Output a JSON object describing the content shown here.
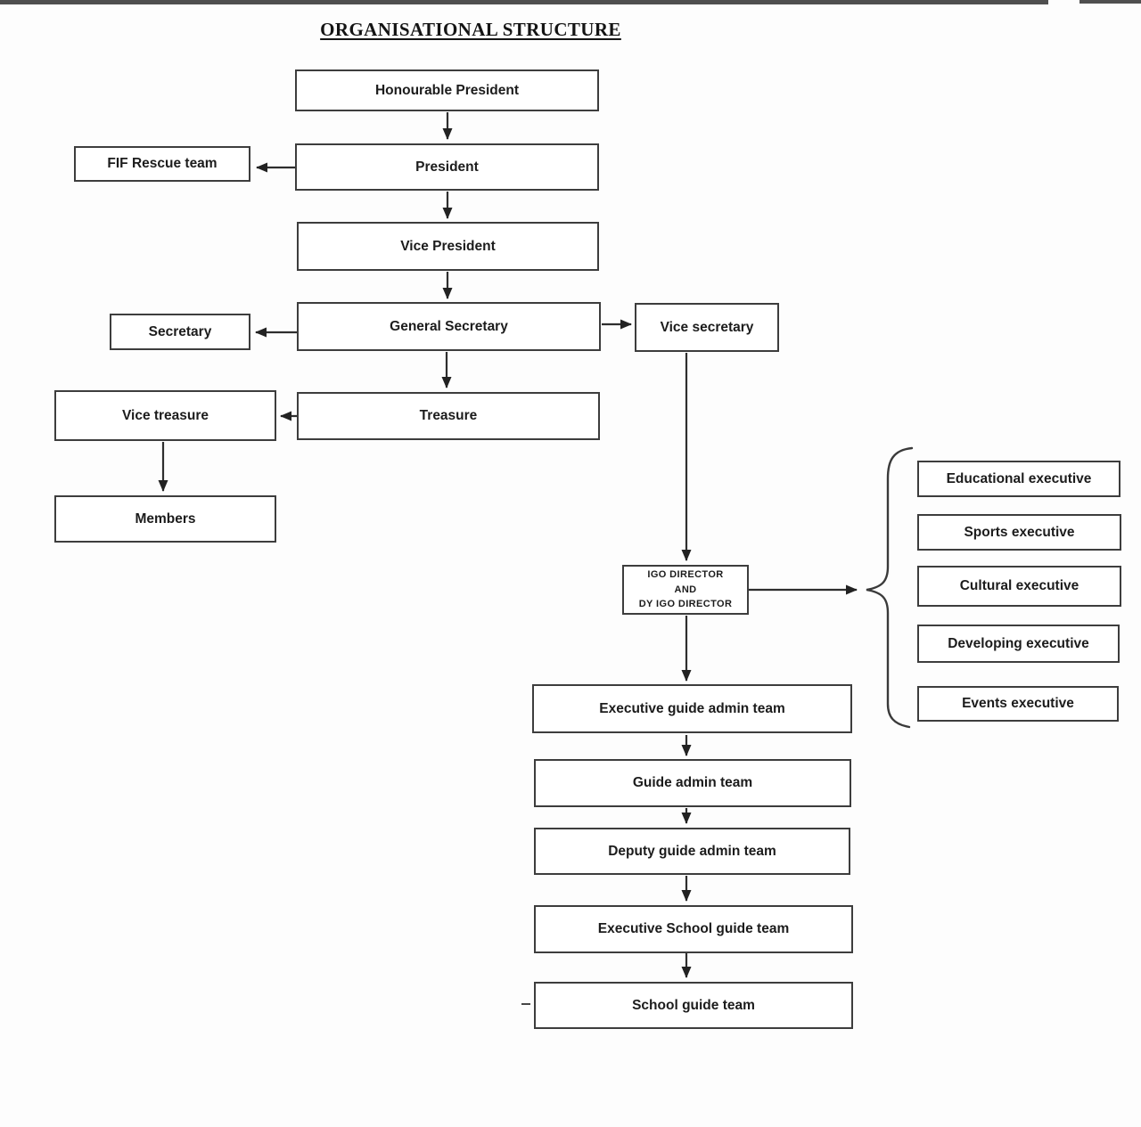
{
  "page": {
    "title": "ORGANISATIONAL STRUCTURE"
  },
  "nodes": {
    "honourable_president": {
      "label": "Honourable President"
    },
    "fif_rescue_team": {
      "label": "FIF Rescue team"
    },
    "president": {
      "label": "President"
    },
    "vice_president": {
      "label": "Vice President"
    },
    "general_secretary": {
      "label": "General Secretary"
    },
    "secretary": {
      "label": "Secretary"
    },
    "vice_secretary": {
      "label": "Vice secretary"
    },
    "treasure": {
      "label": "Treasure"
    },
    "vice_treasure": {
      "label": "Vice treasure"
    },
    "members": {
      "label": "Members"
    },
    "igo_director": {
      "lines": [
        "IGO DIRECTOR",
        "AND",
        "DY IGO DIRECTOR"
      ]
    },
    "executive_guide_admin_team": {
      "label": "Executive guide admin team"
    },
    "guide_admin_team": {
      "label": "Guide admin team"
    },
    "deputy_guide_admin_team": {
      "label": "Deputy guide admin team"
    },
    "executive_school_guide_team": {
      "label": "Executive School guide team"
    },
    "school_guide_team": {
      "label": "School guide team"
    },
    "educational_executive": {
      "label": "Educational executive"
    },
    "sports_executive": {
      "label": "Sports executive"
    },
    "cultural_executive": {
      "label": "Cultural executive"
    },
    "developing_executive": {
      "label": "Developing executive"
    },
    "events_executive": {
      "label": "Events executive"
    }
  },
  "edges": [
    {
      "from": "honourable_president",
      "to": "president"
    },
    {
      "from": "president",
      "to": "fif_rescue_team"
    },
    {
      "from": "president",
      "to": "vice_president"
    },
    {
      "from": "vice_president",
      "to": "general_secretary"
    },
    {
      "from": "general_secretary",
      "to": "secretary"
    },
    {
      "from": "general_secretary",
      "to": "vice_secretary"
    },
    {
      "from": "general_secretary",
      "to": "treasure"
    },
    {
      "from": "treasure",
      "to": "vice_treasure"
    },
    {
      "from": "vice_treasure",
      "to": "members"
    },
    {
      "from": "vice_secretary",
      "to": "igo_director"
    },
    {
      "from": "igo_director",
      "to": "executives_brace_group",
      "group": [
        "educational_executive",
        "sports_executive",
        "cultural_executive",
        "developing_executive",
        "events_executive"
      ]
    },
    {
      "from": "igo_director",
      "to": "executive_guide_admin_team"
    },
    {
      "from": "executive_guide_admin_team",
      "to": "guide_admin_team"
    },
    {
      "from": "guide_admin_team",
      "to": "deputy_guide_admin_team"
    },
    {
      "from": "deputy_guide_admin_team",
      "to": "executive_school_guide_team"
    },
    {
      "from": "executive_school_guide_team",
      "to": "school_guide_team"
    }
  ],
  "colors": {
    "background": "#fdfdfd",
    "box_fill": "#ffffff",
    "box_border": "#3d3d3d",
    "text": "#1c1c1c",
    "line": "#2e2e2e",
    "top_bar": "#4f4f4f"
  }
}
